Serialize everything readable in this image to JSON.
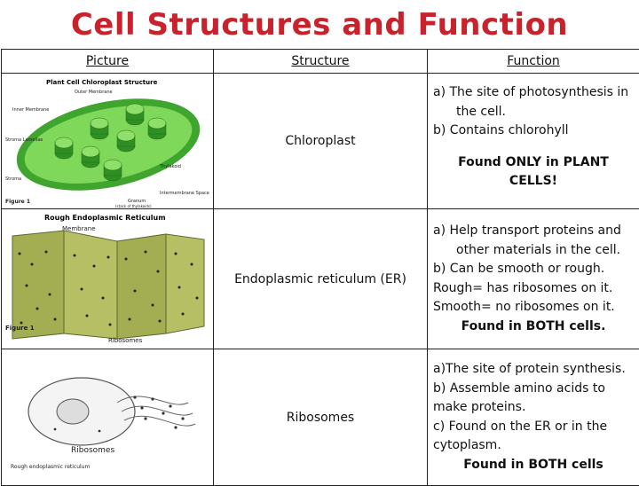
{
  "title": "Cell Structures and Function",
  "headers": {
    "picture": "Picture",
    "structure": "Structure",
    "function": "Function"
  },
  "rows": [
    {
      "structure": "Chloroplast",
      "image": {
        "heading": "Plant Cell Chloroplast Structure",
        "labels": [
          "Outer Membrane",
          "Inner Membrane",
          "Stroma Lamellae",
          "Thylakoid",
          "Stroma",
          "Intermembrane Space",
          "Granum",
          "(stack of thylakoids)",
          "Figure 1"
        ]
      },
      "function_items": [
        "a)  The site of photosynthesis in the cell.",
        "b)  Contains chlorohyll"
      ],
      "note": "Found ONLY in PLANT CELLS!"
    },
    {
      "structure": "Endoplasmic reticulum (ER)",
      "image": {
        "heading": "Rough Endoplasmic Reticulum",
        "labels": [
          "Membrane",
          "Ribosomes",
          "Figure 1"
        ]
      },
      "function_items": [
        "a)   Help transport proteins and other materials in the cell.",
        "b)   Can be smooth or rough."
      ],
      "lines": [
        "Rough= has ribosomes on it.",
        "Smooth= no ribosomes on it."
      ],
      "note": "Found in BOTH cells."
    },
    {
      "structure": "Ribosomes",
      "image": {
        "labels": [
          "Ribosomes",
          "Rough endoplasmic reticulum"
        ]
      },
      "lines": [
        "a)The site of protein synthesis.",
        "b) Assemble amino acids to make proteins.",
        "c) Found on the ER or in the cytoplasm."
      ],
      "note": "Found in BOTH cells"
    }
  ],
  "colors": {
    "title": "#c8232c",
    "chloroplast": "#5cc43a",
    "er": "#9aa449"
  }
}
